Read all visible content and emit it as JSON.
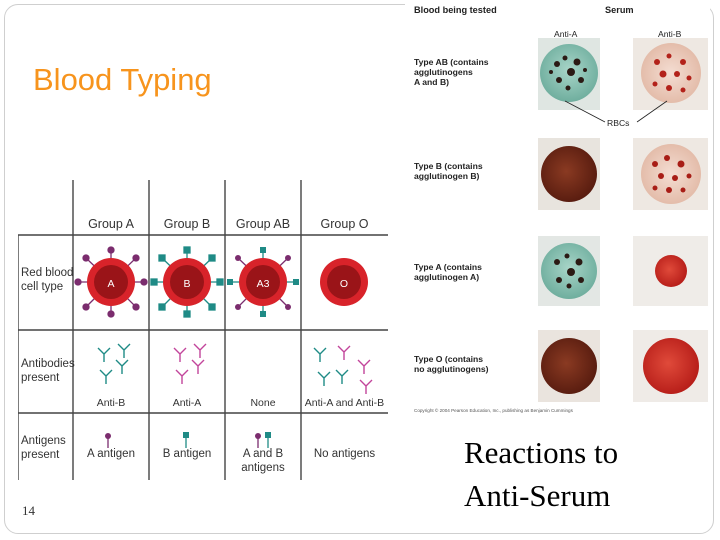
{
  "slide": {
    "title": "Blood Typing",
    "page_number": "14",
    "caption_line1": "Reactions to",
    "caption_line2": "Anti-Serum"
  },
  "table": {
    "columns": [
      "Group A",
      "Group B",
      "Group AB",
      "Group O"
    ],
    "row_labels": {
      "red_cell_line1": "Red blood",
      "red_cell_line2": "cell type",
      "antibodies_line1": "Antibodies",
      "antibodies_line2": "present",
      "antigens_line1": "Antigens",
      "antigens_line2": "present"
    },
    "cell_letters": [
      "A",
      "B",
      "A3",
      "O"
    ],
    "antibodies": [
      "Anti-B",
      "Anti-A",
      "None",
      "Anti-A and Anti-B"
    ],
    "antigens": [
      "A antigen",
      "B antigen",
      "A and B",
      "No antigens"
    ],
    "antigens_ab_line2": "antigens"
  },
  "panel": {
    "header_left": "Blood being tested",
    "header_right": "Serum",
    "anti_a": "Anti-A",
    "anti_b": "Anti-B",
    "rbcs_label": "RBCs",
    "rows": [
      {
        "l1": "Type AB (contains",
        "l2": "agglutinogens",
        "l3": "A and B)"
      },
      {
        "l1": "Type B (contains",
        "l2": "agglutinogen B)",
        "l3": ""
      },
      {
        "l1": "Type A (contains",
        "l2": "agglutinogen A)",
        "l3": ""
      },
      {
        "l1": "Type O (contains",
        "l2": "no agglutinogens)",
        "l3": ""
      }
    ],
    "copyright": "Copyright © 2004 Pearson Education, Inc., publishing as Benjamin Cummings"
  },
  "colors": {
    "title": "#f7941d",
    "red_cell": "#d8232a",
    "antigen_A": "#7b2d6e",
    "antigen_B": "#1f8b86"
  }
}
